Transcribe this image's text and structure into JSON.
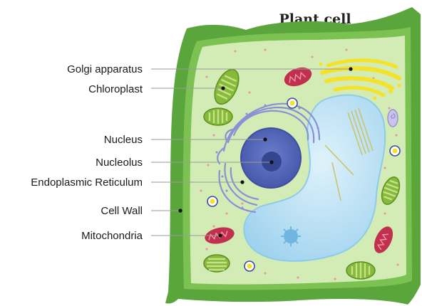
{
  "title": "Plant cell",
  "labels": {
    "golgi": "Golgi apparatus",
    "chloroplast": "Chloroplast",
    "nucleus": "Nucleus",
    "nucleolus": "Nucleolus",
    "er": "Endoplasmic Reticulum",
    "cell_wall": "Cell Wall",
    "mitochondria": "Mitochondria"
  },
  "colors": {
    "cell_wall": "#5aa63d",
    "cytoplasm": "#d3ecb6",
    "vacuole": "#b9e1f4",
    "nucleus": "#5566bb",
    "nucleolus": "#3a4c9a",
    "er": "#8a8fd6",
    "golgi": "#f4e22a",
    "mitochondria": "#c2304f",
    "chloroplast": "#86bb3a"
  }
}
